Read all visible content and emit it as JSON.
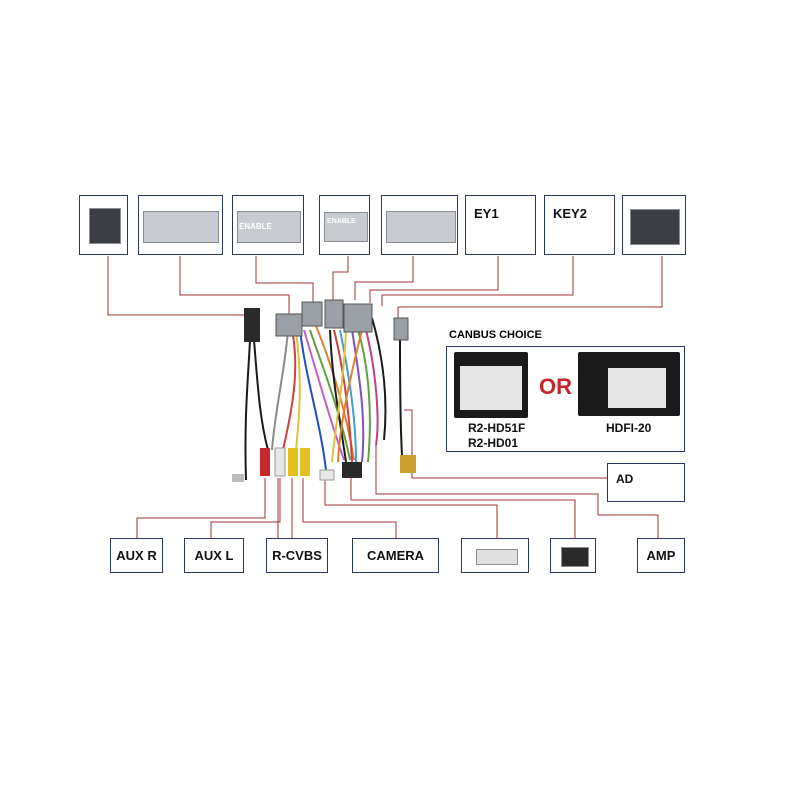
{
  "top_connectors": [
    {
      "id": "conn-1",
      "label": ""
    },
    {
      "id": "conn-2",
      "label": ""
    },
    {
      "id": "conn-3",
      "label": "ENABLE"
    },
    {
      "id": "conn-4",
      "label": "ENABLE"
    },
    {
      "id": "conn-5",
      "label": ""
    },
    {
      "id": "conn-6",
      "label": "EY1"
    },
    {
      "id": "conn-7",
      "label": "KEY2"
    },
    {
      "id": "conn-8",
      "label": ""
    }
  ],
  "canbus": {
    "title": "CANBUS CHOICE",
    "separator": "OR",
    "option_a": [
      "R2-HD51F",
      "R2-HD01"
    ],
    "option_b": "HDFI-20"
  },
  "side_box": {
    "label": "AD"
  },
  "bottom_boxes": [
    {
      "id": "aux-r",
      "label": "AUX R"
    },
    {
      "id": "aux-l",
      "label": "AUX L"
    },
    {
      "id": "r-cvbs",
      "label": "R-CVBS"
    },
    {
      "id": "camera",
      "label": "CAMERA"
    },
    {
      "id": "plug-a",
      "label": ""
    },
    {
      "id": "plug-b",
      "label": ""
    },
    {
      "id": "amp",
      "label": "AMP"
    }
  ],
  "colors": {
    "leader_line": "#a13333",
    "box_border": "#2c3560",
    "or_accent": "#c9252c"
  }
}
